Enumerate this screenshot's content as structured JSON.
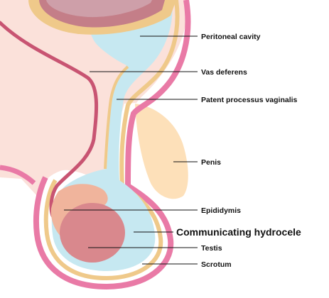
{
  "labels": {
    "peritoneal_cavity": "Peritoneal cavity",
    "vas_deferens": "Vas deferens",
    "patent_processus_vaginalis": "Patent processus vaginalis",
    "penis": "Penis",
    "epididymis": "Epididymis",
    "communicating_hydrocele": "Communicating hydrocele",
    "testis": "Testis",
    "scrotum": "Scrotum"
  },
  "colors": {
    "skin_pink": "#e97aa6",
    "body_fill": "#fbe1da",
    "fluid_blue": "#c6e8f1",
    "tan_layer": "#efc98a",
    "vas_red": "#c85472",
    "testis": "#d9888d",
    "epididymis": "#f0b49c",
    "penis": "#fde0b9",
    "bowel": "#c47e88"
  }
}
